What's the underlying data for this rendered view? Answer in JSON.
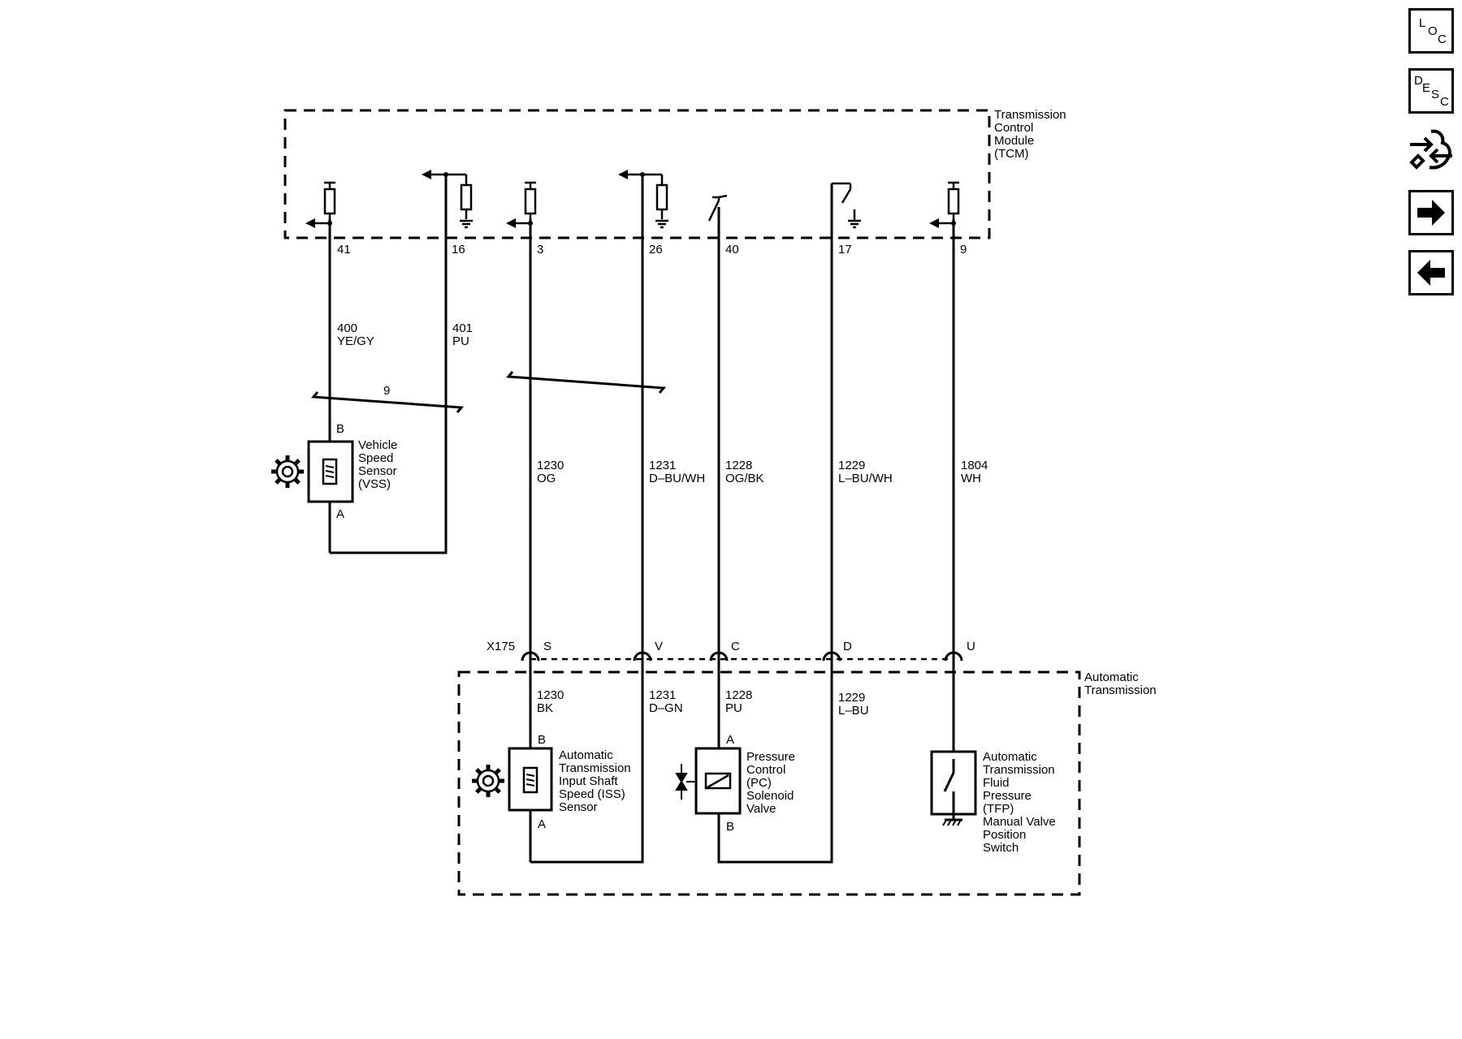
{
  "modules": {
    "tcm": {
      "label": [
        "Transmission",
        "Control",
        "Module",
        "(TCM)"
      ]
    },
    "transmission": {
      "label": [
        "Automatic",
        "Transmission"
      ]
    }
  },
  "pins": {
    "p41": "41",
    "p16": "16",
    "p3": "3",
    "p26": "26",
    "p40": "40",
    "p17": "17",
    "p9": "9"
  },
  "wires": {
    "w400": [
      "400",
      "YE/GY"
    ],
    "w401": [
      "401",
      "PU"
    ],
    "w1230": [
      "1230",
      "OG"
    ],
    "w1231": [
      "1231",
      "D–BU/WH"
    ],
    "w1228": [
      "1228",
      "OG/BK"
    ],
    "w1229": [
      "1229",
      "L–BU/WH"
    ],
    "w1804": [
      "1804",
      "WH"
    ],
    "w1230b": [
      "1230",
      "BK"
    ],
    "w1231b": [
      "1231",
      "D–GN"
    ],
    "w1228b": [
      "1228",
      "PU"
    ],
    "w1229b": [
      "1229",
      "L–BU"
    ]
  },
  "twist": {
    "count": "9"
  },
  "connector": {
    "name": "X175",
    "terminals": {
      "S": "S",
      "V": "V",
      "C": "C",
      "D": "D",
      "U": "U"
    }
  },
  "components": {
    "vss": {
      "label": [
        "Vehicle",
        "Speed",
        "Sensor",
        "(VSS)"
      ],
      "pin_top": "B",
      "pin_bottom": "A"
    },
    "iss": {
      "label": [
        "Automatic",
        "Transmission",
        "Input Shaft",
        "Speed (ISS)",
        "Sensor"
      ],
      "pin_top": "B",
      "pin_bottom": "A"
    },
    "pc": {
      "label": [
        "Pressure",
        "Control",
        "(PC)",
        "Solenoid",
        "Valve"
      ],
      "pin_top": "A",
      "pin_bottom": "B"
    },
    "tfp": {
      "label": [
        "Automatic",
        "Transmission",
        "Fluid",
        "Pressure",
        "(TFP)",
        "Manual Valve",
        "Position",
        "Switch"
      ]
    }
  },
  "nav": {
    "loc": {
      "l": "L",
      "o": "O",
      "c": "C"
    },
    "desc": {
      "d": "D",
      "e": "E",
      "s": "S",
      "c": "C"
    },
    "icons": [
      "loc-icon",
      "desc-icon",
      "connector-wiring-icon",
      "next-arrow-icon",
      "previous-arrow-icon"
    ]
  }
}
